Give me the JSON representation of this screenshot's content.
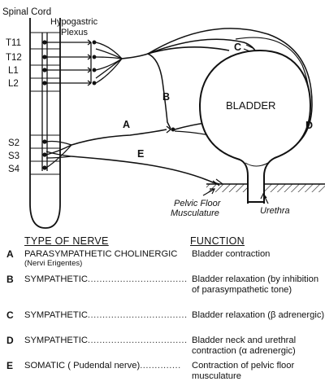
{
  "labels": {
    "spinal_cord": "Spinal Cord",
    "hypogastric": "Hypogastric",
    "plexus": "Plexus",
    "bladder": "BLADDER",
    "pelvic_floor_1": "Pelvic Floor",
    "pelvic_floor_2": "Musculature",
    "urethra": "Urethra"
  },
  "segments": [
    "T11",
    "T12",
    "L1",
    "L2",
    "S2",
    "S3",
    "S4"
  ],
  "nerve_letters": {
    "a": "A",
    "b": "B",
    "c": "C",
    "d": "D",
    "e": "E"
  },
  "legend": {
    "type_header": "TYPE OF NERVE",
    "function_header": "FUNCTION",
    "rows": [
      {
        "letter": "A",
        "type": "PARASYMPATHETIC CHOLINERGIC",
        "dots": "",
        "sub": "(Nervi Erigentes)",
        "function": "Bladder contraction"
      },
      {
        "letter": "B",
        "type": "SYMPATHETIC",
        "dots": "..................................",
        "sub": "",
        "function": "Bladder relaxation (by inhibition of parasympathetic tone)"
      },
      {
        "letter": "C",
        "type": "SYMPATHETIC",
        "dots": "..................................",
        "sub": "",
        "function": "Bladder relaxation (β adrenergic)"
      },
      {
        "letter": "D",
        "type": "SYMPATHETIC",
        "dots": "..................................",
        "sub": "",
        "function": "Bladder neck and urethral contraction (α adrenergic)"
      },
      {
        "letter": "E",
        "type": "SOMATIC ( Pudendal nerve)",
        "dots": "..............",
        "sub": "",
        "function": "Contraction of pelvic floor musculature"
      }
    ]
  }
}
